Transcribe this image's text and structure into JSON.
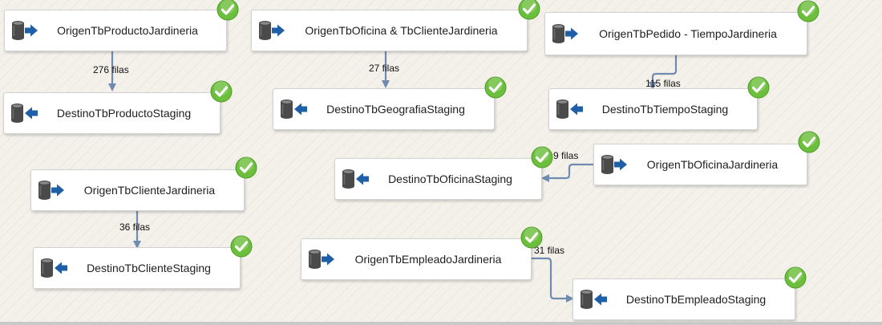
{
  "nodes": {
    "origen_producto": "OrigenTbProductoJardineria",
    "origen_oficina_cliente": "OrigenTbOficina & TbClienteJardineria",
    "origen_pedido": "OrigenTbPedido - TiempoJardineria",
    "destino_producto": "DestinoTbProductoStaging",
    "destino_geografia": "DestinoTbGeografiaStaging",
    "destino_tiempo": "DestinoTbTiempoStaging",
    "origen_oficina": "OrigenTbOficinaJardineria",
    "destino_oficina": "DestinoTbOficinaStaging",
    "origen_cliente": "OrigenTbClienteJardineria",
    "destino_cliente": "DestinoTbClienteStaging",
    "origen_empleado": "OrigenTbEmpleadoJardineria",
    "destino_empleado": "DestinoTbEmpleadoStaging"
  },
  "row_counts": {
    "producto": "276 filas",
    "geografia": "27 filas",
    "tiempo": "115 filas",
    "oficina": "9 filas",
    "cliente": "36 filas",
    "empleado": "31 filas"
  },
  "icons": {
    "source": "database-source-icon",
    "destination": "database-destination-icon",
    "status": "success-check-icon"
  },
  "colors": {
    "arrow_blue": "#1f5fa8",
    "db_gray": "#4a4a4a",
    "connector": "#6f8bb0",
    "check_green": "#6cbf3c"
  }
}
